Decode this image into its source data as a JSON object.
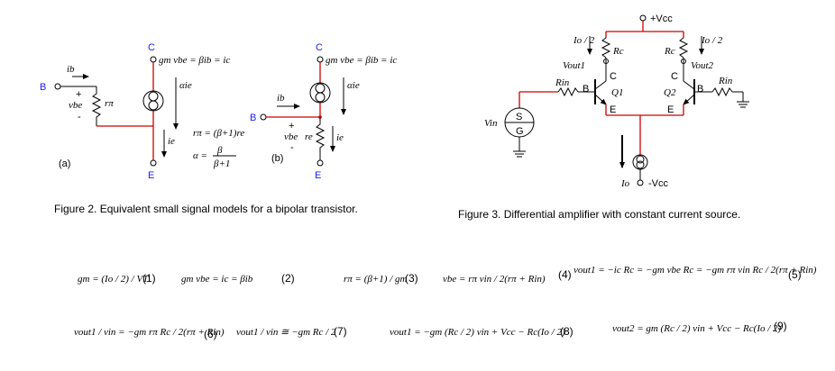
{
  "fig2": {
    "caption": "Figure 2. Equivalent small signal models for a bipolar transistor.",
    "a": {
      "panel": "(a)",
      "node_b": "B",
      "node_c": "C",
      "node_e": "E",
      "ib": "ib",
      "plus": "+",
      "minus": "-",
      "vbe": "vbe",
      "rpi": "rπ",
      "source_label": "gm vbe = βib = ic",
      "alpha_ie": "αie",
      "ie": "ie",
      "rpi_eq": "rπ = (β+1)re",
      "alpha_eq_lhs": "α =",
      "alpha_num": "β",
      "alpha_den": "β+1"
    },
    "b": {
      "panel": "(b)",
      "node_b": "B",
      "node_c": "C",
      "node_e": "E",
      "ib": "ib",
      "plus": "+",
      "minus": "-",
      "vbe": "vbe",
      "re": "re",
      "source_label": "gm vbe = βib = ic",
      "alpha_ie": "αie",
      "ie": "ie"
    }
  },
  "fig3": {
    "caption": "Figure 3. Differential amplifier with constant current source.",
    "vcc": "+Vcc",
    "neg_vcc": "-Vcc",
    "io2_left": "Io / 2",
    "io2_right": "Io / 2",
    "rc_left": "Rc",
    "rc_right": "Rc",
    "vout1": "Vout1",
    "vout2": "Vout2",
    "rin_left": "Rin",
    "rin_right": "Rin",
    "q1": "Q1",
    "q2": "Q2",
    "b_left": "B",
    "c_left": "C",
    "e_left": "E",
    "b_right": "B",
    "c_right": "C",
    "e_right": "E",
    "vin": "Vin",
    "src_s": "S",
    "src_g": "G",
    "io": "Io"
  },
  "equations": {
    "eq1": "gm = (Io / 2) / VT",
    "eq1_no": "(1)",
    "eq2": "gm vbe = ic = βib",
    "eq2_no": "(2)",
    "eq3": "rπ = (β+1) / gm",
    "eq3_no": "(3)",
    "eq4": "vbe = rπ vin / 2(rπ + Rin)",
    "eq4_no": "(4)",
    "eq5": "vout1 = −ic Rc = −gm vbe Rc = −gm rπ vin Rc / 2(rπ + Rin)",
    "eq5_no": "(5)",
    "eq6": "vout1 / vin = −gm rπ Rc / 2(rπ + Rin)",
    "eq6_no": "(6)",
    "eq7": "vout1 / vin ≅ −gm Rc / 2",
    "eq7_no": "(7)",
    "eq8": "vout1 = −gm (Rc / 2) vin + Vcc − Rc(Io / 2)",
    "eq8_no": "(8)",
    "eq9": "vout2 = gm (Rc / 2) vin + Vcc − Rc(Io / 2)",
    "eq9_no": "(9)"
  },
  "colors": {
    "wire_accent": "#cc0000",
    "node_label": "#1a1aff",
    "ink": "#000000"
  }
}
